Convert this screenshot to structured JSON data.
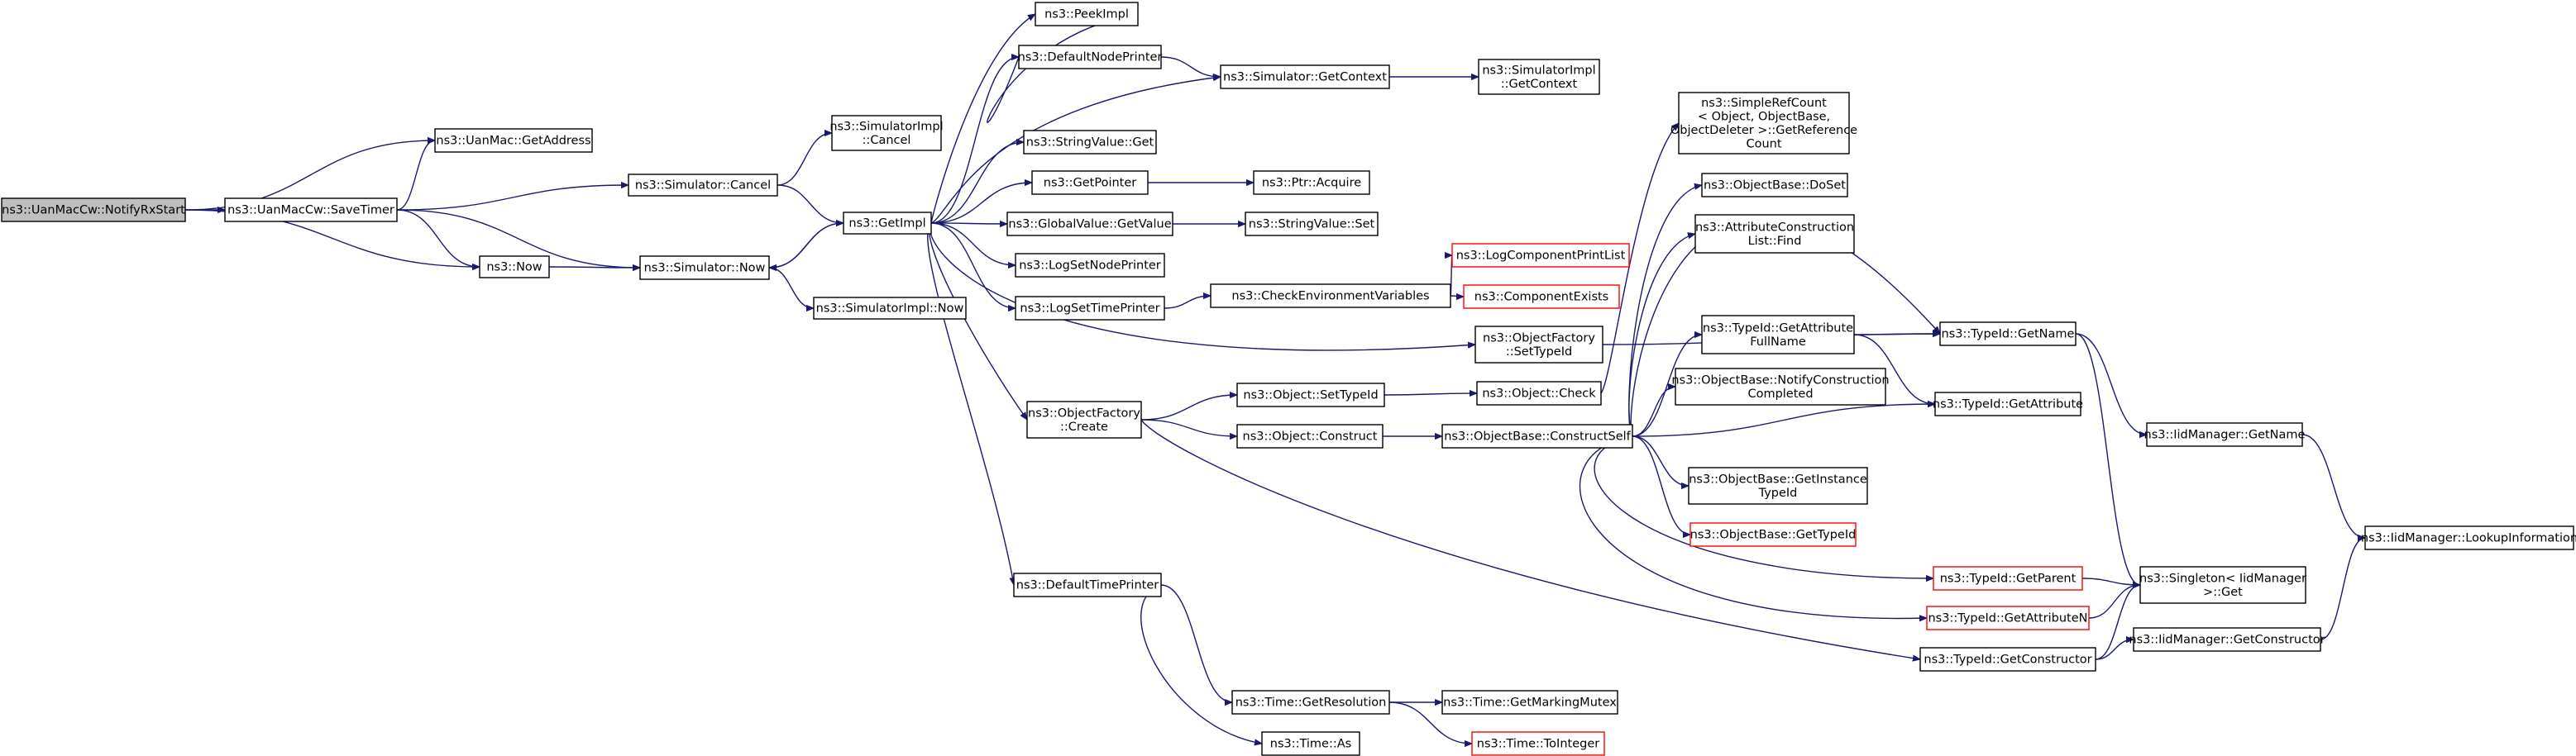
{
  "nodes": [
    {
      "id": "notifyrxstart",
      "lines": [
        "ns3::UanMacCw::NotifyRxStart"
      ],
      "root": true
    },
    {
      "id": "savetimer",
      "lines": [
        "ns3::UanMacCw::SaveTimer"
      ]
    },
    {
      "id": "getaddress",
      "lines": [
        "ns3::UanMac::GetAddress"
      ]
    },
    {
      "id": "now",
      "lines": [
        "ns3::Now"
      ]
    },
    {
      "id": "sim-cancel",
      "lines": [
        "ns3::Simulator::Cancel"
      ]
    },
    {
      "id": "sim-now",
      "lines": [
        "ns3::Simulator::Now"
      ]
    },
    {
      "id": "simimpl-cancel",
      "lines": [
        "ns3::SimulatorImpl",
        "::Cancel"
      ]
    },
    {
      "id": "simimpl-now",
      "lines": [
        "ns3::SimulatorImpl::Now"
      ]
    },
    {
      "id": "getimpl",
      "lines": [
        "ns3::GetImpl"
      ]
    },
    {
      "id": "peekimpl",
      "lines": [
        "ns3::PeekImpl"
      ]
    },
    {
      "id": "defaultnodeprinter",
      "lines": [
        "ns3::DefaultNodePrinter"
      ]
    },
    {
      "id": "sim-getcontext",
      "lines": [
        "ns3::Simulator::GetContext"
      ]
    },
    {
      "id": "simimpl-getcontext",
      "lines": [
        "ns3::SimulatorImpl",
        "::GetContext"
      ]
    },
    {
      "id": "stringvalue-get",
      "lines": [
        "ns3::StringValue::Get"
      ]
    },
    {
      "id": "getpointer",
      "lines": [
        "ns3::GetPointer"
      ]
    },
    {
      "id": "ptr-acquire",
      "lines": [
        "ns3::Ptr::Acquire"
      ]
    },
    {
      "id": "globalvalue-getvalue",
      "lines": [
        "ns3::GlobalValue::GetValue"
      ]
    },
    {
      "id": "stringvalue-set",
      "lines": [
        "ns3::StringValue::Set"
      ]
    },
    {
      "id": "logsetnodeprinter",
      "lines": [
        "ns3::LogSetNodePrinter"
      ]
    },
    {
      "id": "logsettimeprinter",
      "lines": [
        "ns3::LogSetTimePrinter"
      ]
    },
    {
      "id": "checkenvvars",
      "lines": [
        "ns3::CheckEnvironmentVariables"
      ]
    },
    {
      "id": "logcomponentprintlist",
      "lines": [
        "ns3::LogComponentPrintList"
      ],
      "truncated": true
    },
    {
      "id": "componentexists",
      "lines": [
        "ns3::ComponentExists"
      ],
      "truncated": true
    },
    {
      "id": "objectfactory-settypeid",
      "lines": [
        "ns3::ObjectFactory",
        "::SetTypeId"
      ]
    },
    {
      "id": "objectfactory-create",
      "lines": [
        "ns3::ObjectFactory",
        "::Create"
      ]
    },
    {
      "id": "object-settypeid",
      "lines": [
        "ns3::Object::SetTypeId"
      ]
    },
    {
      "id": "object-check",
      "lines": [
        "ns3::Object::Check"
      ]
    },
    {
      "id": "object-construct",
      "lines": [
        "ns3::Object::Construct"
      ]
    },
    {
      "id": "objectbase-constructself",
      "lines": [
        "ns3::ObjectBase::ConstructSelf"
      ]
    },
    {
      "id": "simplerefcount",
      "lines": [
        "ns3::SimpleRefCount",
        "< Object, ObjectBase,",
        "ObjectDeleter >::GetReference",
        "Count"
      ]
    },
    {
      "id": "objectbase-doset",
      "lines": [
        "ns3::ObjectBase::DoSet"
      ]
    },
    {
      "id": "attrconstructionlist-find",
      "lines": [
        "ns3::AttributeConstruction",
        "List::Find"
      ]
    },
    {
      "id": "typeid-getattributefullname",
      "lines": [
        "ns3::TypeId::GetAttribute",
        "FullName"
      ]
    },
    {
      "id": "typeid-getname",
      "lines": [
        "ns3::TypeId::GetName"
      ]
    },
    {
      "id": "objectbase-notifyconstructioncompleted",
      "lines": [
        "ns3::ObjectBase::NotifyConstruction",
        "Completed"
      ]
    },
    {
      "id": "typeid-getattribute",
      "lines": [
        "ns3::TypeId::GetAttribute"
      ]
    },
    {
      "id": "iidmanager-getname",
      "lines": [
        "ns3::IidManager::GetName"
      ]
    },
    {
      "id": "iidmanager-lookupinformation",
      "lines": [
        "ns3::IidManager::LookupInformation"
      ]
    },
    {
      "id": "objectbase-getinstancetypeid",
      "lines": [
        "ns3::ObjectBase::GetInstance",
        "TypeId"
      ]
    },
    {
      "id": "objectbase-gettypeid",
      "lines": [
        "ns3::ObjectBase::GetTypeId"
      ],
      "truncated": true
    },
    {
      "id": "typeid-getparent",
      "lines": [
        "ns3::TypeId::GetParent"
      ],
      "truncated": true
    },
    {
      "id": "singleton-get",
      "lines": [
        "ns3::Singleton< IidManager",
        ">::Get"
      ]
    },
    {
      "id": "typeid-getattributen",
      "lines": [
        "ns3::TypeId::GetAttributeN"
      ],
      "truncated": true
    },
    {
      "id": "typeid-getconstructor",
      "lines": [
        "ns3::TypeId::GetConstructor"
      ]
    },
    {
      "id": "iidmanager-getconstructor",
      "lines": [
        "ns3::IidManager::GetConstructor"
      ]
    },
    {
      "id": "defaulttimeprinter",
      "lines": [
        "ns3::DefaultTimePrinter"
      ]
    },
    {
      "id": "time-getresolution",
      "lines": [
        "ns3::Time::GetResolution"
      ]
    },
    {
      "id": "time-getmarkingmutex",
      "lines": [
        "ns3::Time::GetMarkingMutex"
      ]
    },
    {
      "id": "time-tointeger",
      "lines": [
        "ns3::Time::ToInteger"
      ],
      "truncated": true
    },
    {
      "id": "time-as",
      "lines": [
        "ns3::Time::As"
      ]
    }
  ],
  "edges": [
    [
      "notifyrxstart",
      "savetimer"
    ],
    [
      "notifyrxstart",
      "getaddress"
    ],
    [
      "notifyrxstart",
      "now"
    ],
    [
      "savetimer",
      "getaddress"
    ],
    [
      "savetimer",
      "now"
    ],
    [
      "savetimer",
      "sim-cancel"
    ],
    [
      "savetimer",
      "sim-now"
    ],
    [
      "now",
      "sim-now"
    ],
    [
      "sim-cancel",
      "simimpl-cancel"
    ],
    [
      "sim-cancel",
      "getimpl"
    ],
    [
      "sim-now",
      "simimpl-now"
    ],
    [
      "sim-now",
      "getimpl"
    ],
    [
      "getimpl",
      "sim-now"
    ],
    [
      "getimpl",
      "peekimpl"
    ],
    [
      "getimpl",
      "defaultnodeprinter"
    ],
    [
      "getimpl",
      "sim-getcontext"
    ],
    [
      "getimpl",
      "stringvalue-get"
    ],
    [
      "getimpl",
      "getpointer"
    ],
    [
      "getimpl",
      "globalvalue-getvalue"
    ],
    [
      "getimpl",
      "logsetnodeprinter"
    ],
    [
      "getimpl",
      "logsettimeprinter"
    ],
    [
      "getimpl",
      "objectfactory-settypeid"
    ],
    [
      "getimpl",
      "objectfactory-create"
    ],
    [
      "getimpl",
      "defaulttimeprinter"
    ],
    [
      "defaultnodeprinter",
      "peekimpl"
    ],
    [
      "defaultnodeprinter",
      "sim-getcontext"
    ],
    [
      "sim-getcontext",
      "simimpl-getcontext"
    ],
    [
      "getpointer",
      "ptr-acquire"
    ],
    [
      "globalvalue-getvalue",
      "stringvalue-set"
    ],
    [
      "logsettimeprinter",
      "checkenvvars"
    ],
    [
      "checkenvvars",
      "logcomponentprintlist"
    ],
    [
      "checkenvvars",
      "componentexists"
    ],
    [
      "objectfactory-settypeid",
      "typeid-getname"
    ],
    [
      "objectfactory-create",
      "object-settypeid"
    ],
    [
      "objectfactory-create",
      "object-construct"
    ],
    [
      "objectfactory-create",
      "typeid-getconstructor"
    ],
    [
      "object-settypeid",
      "object-check"
    ],
    [
      "object-check",
      "simplerefcount"
    ],
    [
      "object-construct",
      "objectbase-constructself"
    ],
    [
      "objectbase-constructself",
      "objectbase-doset"
    ],
    [
      "objectbase-constructself",
      "attrconstructionlist-find"
    ],
    [
      "objectbase-constructself",
      "typeid-getattributefullname"
    ],
    [
      "objectbase-constructself",
      "typeid-getname"
    ],
    [
      "objectbase-constructself",
      "objectbase-notifyconstructioncompleted"
    ],
    [
      "objectbase-constructself",
      "typeid-getattribute"
    ],
    [
      "objectbase-constructself",
      "objectbase-getinstancetypeid"
    ],
    [
      "objectbase-constructself",
      "objectbase-gettypeid"
    ],
    [
      "objectbase-constructself",
      "typeid-getparent"
    ],
    [
      "objectbase-constructself",
      "typeid-getattributen"
    ],
    [
      "typeid-getattributefullname",
      "typeid-getname"
    ],
    [
      "typeid-getattributefullname",
      "typeid-getattribute"
    ],
    [
      "typeid-getname",
      "iidmanager-getname"
    ],
    [
      "typeid-getname",
      "singleton-get"
    ],
    [
      "iidmanager-getname",
      "iidmanager-lookupinformation"
    ],
    [
      "typeid-getparent",
      "singleton-get"
    ],
    [
      "typeid-getattributen",
      "singleton-get"
    ],
    [
      "typeid-getconstructor",
      "singleton-get"
    ],
    [
      "typeid-getconstructor",
      "iidmanager-getconstructor"
    ],
    [
      "iidmanager-getconstructor",
      "iidmanager-lookupinformation"
    ],
    [
      "defaulttimeprinter",
      "time-getresolution"
    ],
    [
      "defaulttimeprinter",
      "time-as"
    ],
    [
      "time-getresolution",
      "time-getmarkingmutex"
    ],
    [
      "time-getresolution",
      "time-tointeger"
    ]
  ]
}
